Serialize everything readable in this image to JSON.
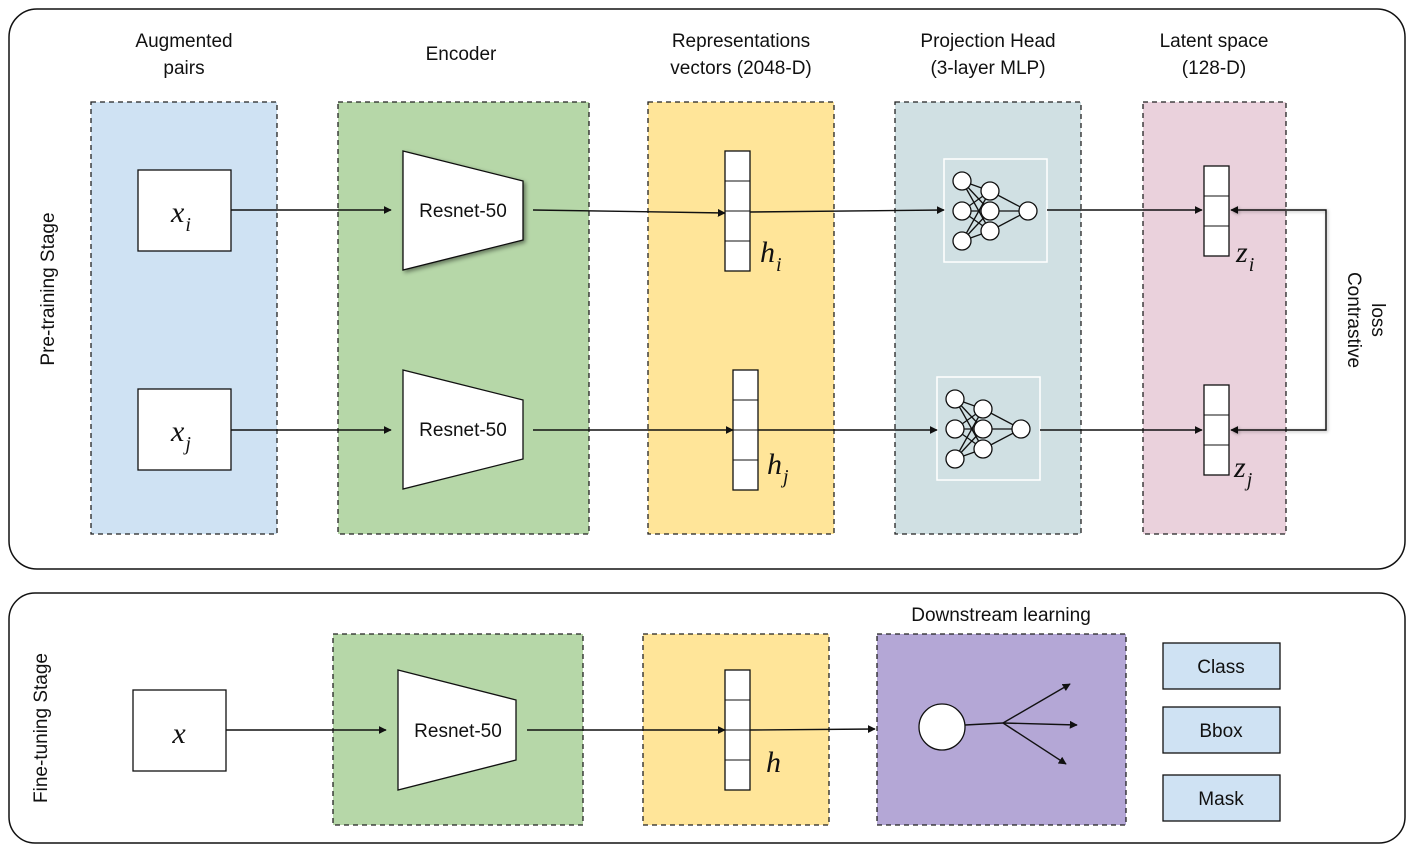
{
  "colors": {
    "augmented": "#cfe2f3",
    "encoder": "#b6d7a8",
    "representation": "#ffe599",
    "projection": "#d0e0e3",
    "latent": "#ead1dc",
    "downstream": "#b4a7d6",
    "output_box": "#cfe2f3"
  },
  "pretraining": {
    "stage_label": "Pre-training Stage",
    "headers": {
      "augmented_1": "Augmented",
      "augmented_2": "pairs",
      "encoder": "Encoder",
      "representations_1": "Representations",
      "representations_2": "vectors (2048-D)",
      "projection_1": "Projection Head",
      "projection_2": "(3-layer MLP)",
      "latent_1": "Latent space",
      "latent_2": "(128-D)"
    },
    "inputs": {
      "xi_base": "x",
      "xi_sub": "i",
      "xj_base": "x",
      "xj_sub": "j"
    },
    "encoder_label": "Resnet-50",
    "hi_base": "h",
    "hi_sub": "i",
    "hj_base": "h",
    "hj_sub": "j",
    "zi_base": "z",
    "zi_sub": "i",
    "zj_base": "z",
    "zj_sub": "j",
    "contrastive_1": "Contrastive",
    "contrastive_2": "loss"
  },
  "finetuning": {
    "stage_label": "Fine-tuning Stage",
    "input_label": "x",
    "encoder_label": "Resnet-50",
    "h_label": "h",
    "downstream_label": "Downstream learning",
    "outputs": [
      "Class",
      "Bbox",
      "Mask"
    ]
  }
}
